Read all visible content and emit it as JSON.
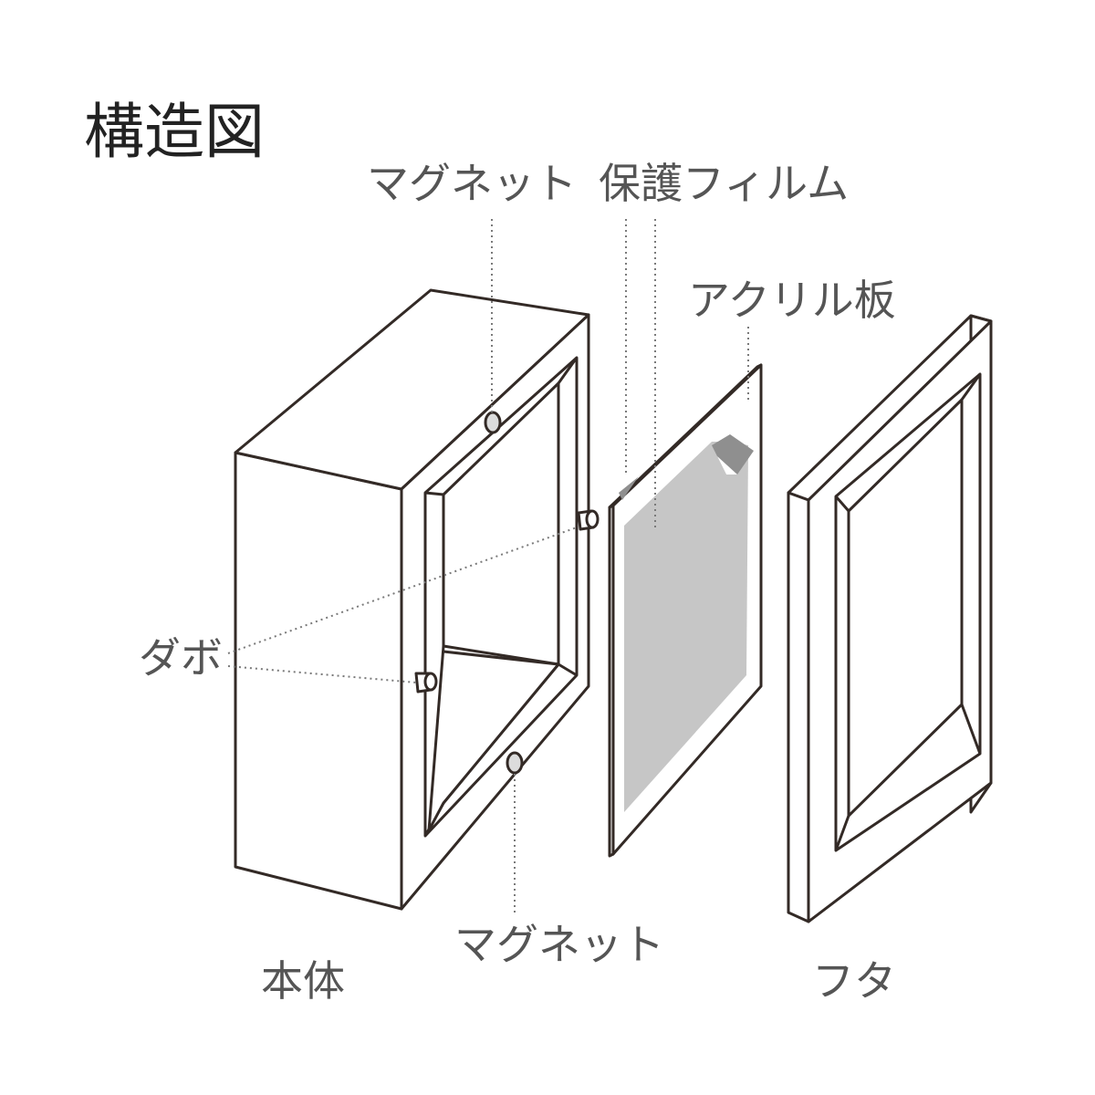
{
  "title": "構造図",
  "labels": {
    "magnet_top": "マグネット",
    "film": "保護フィルム",
    "acrylic": "アクリル板",
    "dowel": "ダボ",
    "magnet_bottom": "マグネット",
    "body": "本体",
    "lid": "フタ"
  },
  "colors": {
    "line": "#332a26",
    "film_gray": "#c6c6c6",
    "film_fold": "#8f8f8f",
    "label_text": "#555555"
  }
}
